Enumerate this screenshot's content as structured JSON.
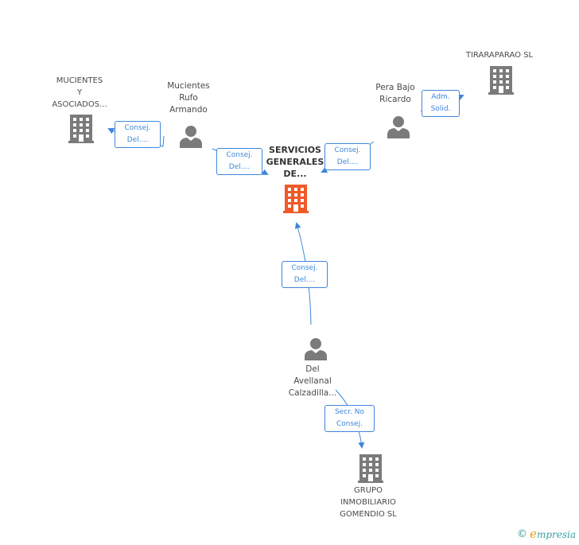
{
  "nodes": {
    "mucientes_asociados": {
      "label": "MUCIENTES\nY\nASOCIADOS...",
      "type": "company"
    },
    "mucientes_rufo": {
      "label": "Mucientes\nRufo\nArmando",
      "type": "person"
    },
    "servicios_generales": {
      "label": "SERVICIOS\nGENERALES\nDE...",
      "type": "company",
      "highlight": true
    },
    "pera_bajo": {
      "label": "Pera Bajo\nRicardo",
      "type": "person"
    },
    "tiraraparao": {
      "label": "TIRARAPARAO SL",
      "type": "company"
    },
    "del_avellanal": {
      "label": "Del\nAvellanal\nCalzadilla...",
      "type": "person"
    },
    "grupo_inmobiliario": {
      "label": "GRUPO\nINMOBILIARIO\nGOMENDIO SL",
      "type": "company"
    }
  },
  "edges": {
    "e1": {
      "label": "Consej.\nDel...."
    },
    "e2": {
      "label": "Consej.\nDel...."
    },
    "e3": {
      "label": "Consej.\nDel...."
    },
    "e4": {
      "label": "Adm.\nSolid."
    },
    "e5": {
      "label": "Consej.\nDel...."
    },
    "e6": {
      "label": "Secr.  No\nConsej."
    }
  },
  "colors": {
    "company": "#7b7b7b",
    "highlight": "#f05a28",
    "person": "#7b7b7b",
    "edge": "#3f86db"
  },
  "footer": {
    "copyright": "©",
    "brand_initial": "e",
    "brand_rest": "mpresia"
  }
}
